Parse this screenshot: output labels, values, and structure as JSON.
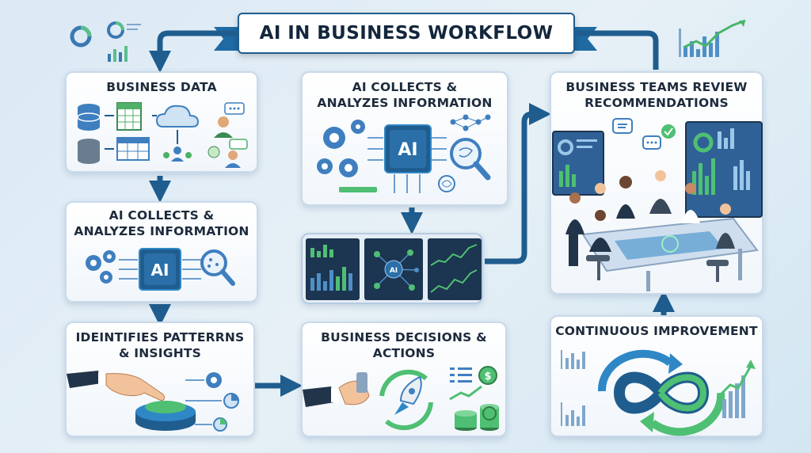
{
  "header": {
    "title": "AI IN BUSINESS WORKFLOW"
  },
  "steps": [
    {
      "id": "business-data",
      "title": "BUSINESS DATA"
    },
    {
      "id": "ai-collects-left",
      "title": "AI COLLECTS &\nANALYZES INFORMATION",
      "chip": "AI"
    },
    {
      "id": "identifies",
      "title": "IDEINTIFIES PATTERRNS\n& INSIGHTS"
    },
    {
      "id": "ai-collects-center",
      "title": "AI COLLECTS &\nANALYZES INFORMATION",
      "chip": "AI"
    },
    {
      "id": "decisions",
      "title": "BUSINESS DECISIONS &\nACTIONS"
    },
    {
      "id": "teams-review",
      "title": "BUSINESS TEAMS REVIEW\nRECOMMENDATIONS"
    },
    {
      "id": "continuous",
      "title": "CONTINUOUS IMPROVEMENT"
    }
  ],
  "dashboard": {
    "chip": "AI"
  },
  "colors": {
    "primary": "#1f5d8e",
    "accent": "#2f87c6",
    "green": "#4fbf73",
    "text": "#1d2b3c"
  }
}
